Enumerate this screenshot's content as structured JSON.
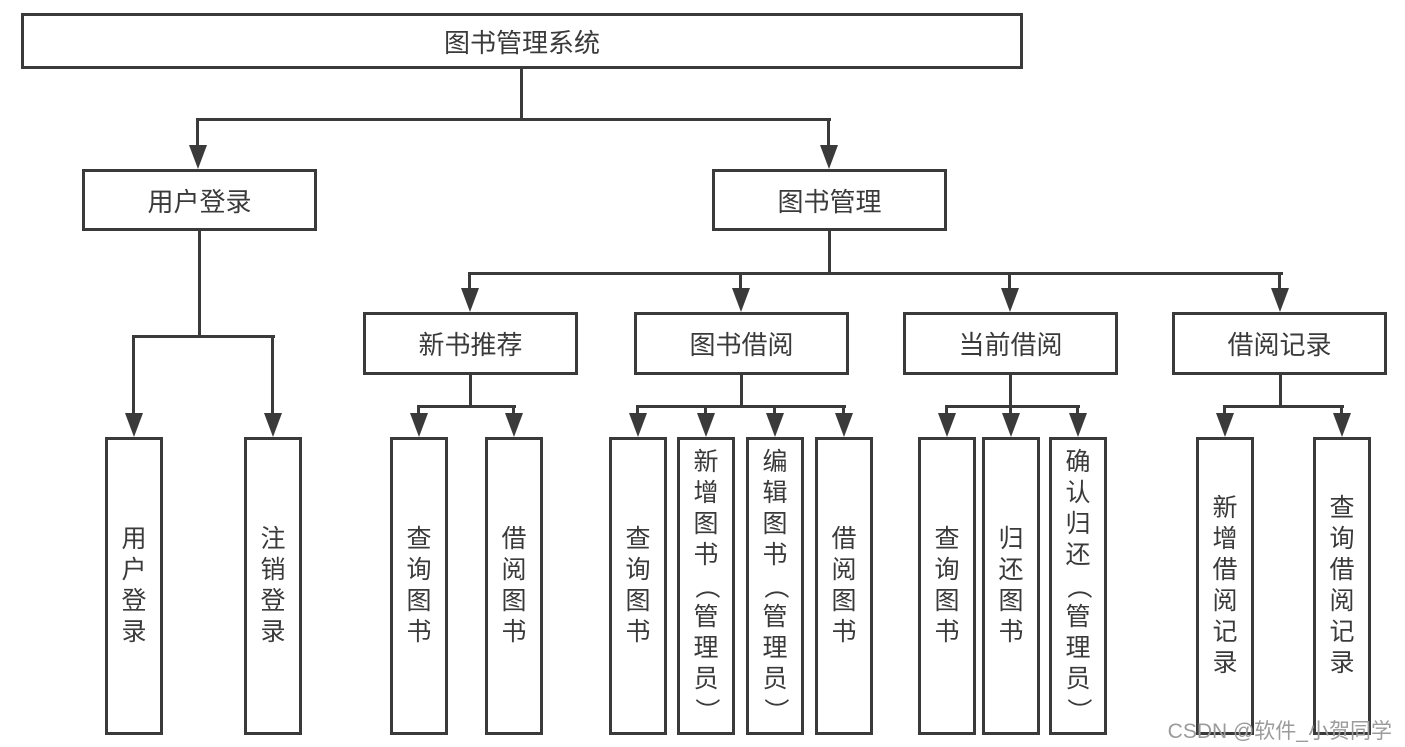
{
  "diagram": {
    "root": {
      "label": "图书管理系统"
    },
    "level2": [
      {
        "label": "用户登录"
      },
      {
        "label": "图书管理"
      }
    ],
    "level3": [
      {
        "label": "新书推荐"
      },
      {
        "label": "图书借阅"
      },
      {
        "label": "当前借阅"
      },
      {
        "label": "借阅记录"
      }
    ],
    "leaves": [
      {
        "label": "用户登录"
      },
      {
        "label": "注销登录"
      },
      {
        "label": "查询图书"
      },
      {
        "label": "借阅图书"
      },
      {
        "label": "查询图书"
      },
      {
        "label": "新增图书（管理员）"
      },
      {
        "label": "编辑图书（管理员）"
      },
      {
        "label": "借阅图书"
      },
      {
        "label": "查询图书"
      },
      {
        "label": "归还图书"
      },
      {
        "label": "确认归还（管理员）"
      },
      {
        "label": "新增借阅记录"
      },
      {
        "label": "查询借阅记录"
      }
    ]
  },
  "watermark": {
    "text": "CSDN @软件_小贺同学"
  },
  "colors": {
    "ink": "#3a3a3a",
    "bg": "#ffffff",
    "watermark": "#9b9b9b"
  }
}
